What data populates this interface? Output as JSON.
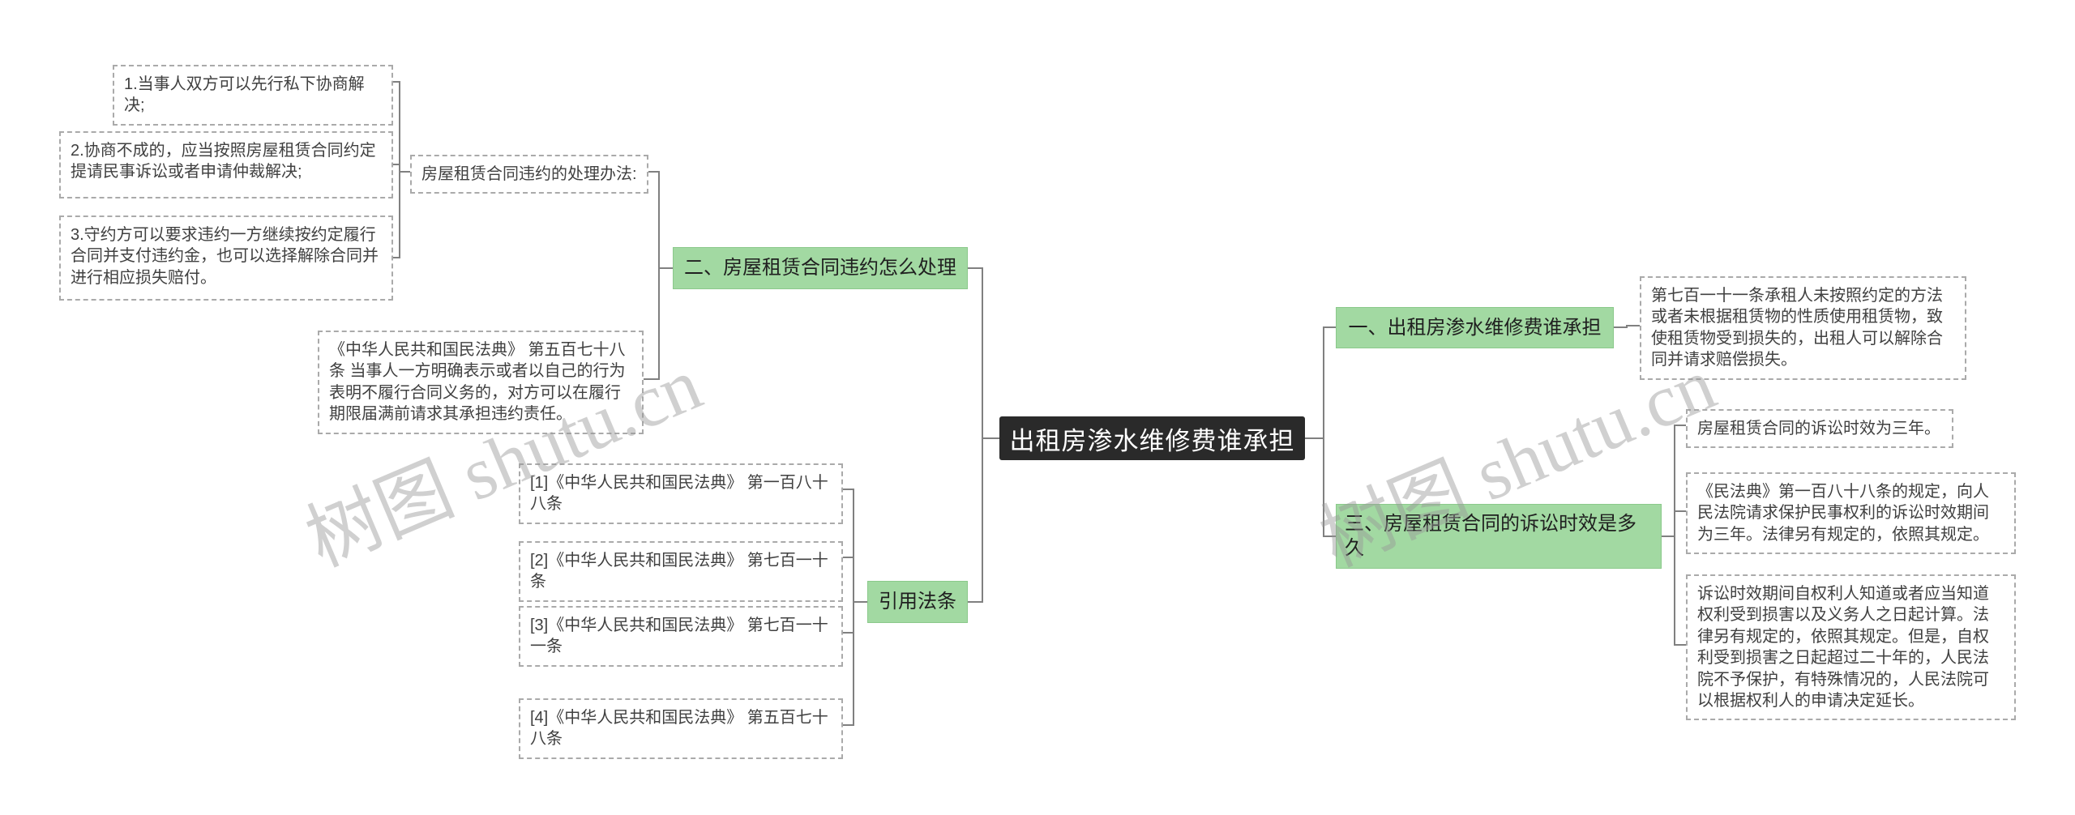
{
  "watermark": {
    "text": "树图 shutu.cn"
  },
  "colors": {
    "topic_green": "#a2d9a2",
    "center_bg": "#2a2a2a",
    "line": "#808080"
  },
  "center": {
    "label": "出租房渗水维修费谁承担"
  },
  "topic1": {
    "label": "一、出租房渗水维修费谁承担",
    "detail": "第七百一十一条承租人未按照约定的方法或者未根据租赁物的性质使用租赁物，致使租赁物受到损失的，出租人可以解除合同并请求赔偿损失。"
  },
  "topic2": {
    "label": "二、房屋租赁合同违约怎么处理",
    "method_title": "房屋租赁合同违约的处理办法:",
    "methods": [
      "1.当事人双方可以先行私下协商解决;",
      "2.协商不成的，应当按照房屋租赁合同约定提请民事诉讼或者申请仲裁解决;",
      "3.守约方可以要求违约一方继续按约定履行合同并支付违约金，也可以选择解除合同并进行相应损失赔付。"
    ],
    "law": "《中华人民共和国民法典》 第五百七十八条 当事人一方明确表示或者以自己的行为表明不履行合同义务的，对方可以在履行期限届满前请求其承担违约责任。"
  },
  "topic3": {
    "label": "三、房屋租赁合同的诉讼时效是多久",
    "details": [
      "房屋租赁合同的诉讼时效为三年。",
      "《民法典》第一百八十八条的规定，向人民法院请求保护民事权利的诉讼时效期间为三年。法律另有规定的，依照其规定。",
      "诉讼时效期间自权利人知道或者应当知道权利受到损害以及义务人之日起计算。法律另有规定的，依照其规定。但是，自权利受到损害之日起超过二十年的，人民法院不予保护，有特殊情况的，人民法院可以根据权利人的申请决定延长。"
    ]
  },
  "citations": {
    "label": "引用法条",
    "items": [
      "[1]《中华人民共和国民法典》 第一百八十八条",
      "[2]《中华人民共和国民法典》 第七百一十条",
      "[3]《中华人民共和国民法典》 第七百一十一条",
      "[4]《中华人民共和国民法典》 第五百七十八条"
    ]
  }
}
